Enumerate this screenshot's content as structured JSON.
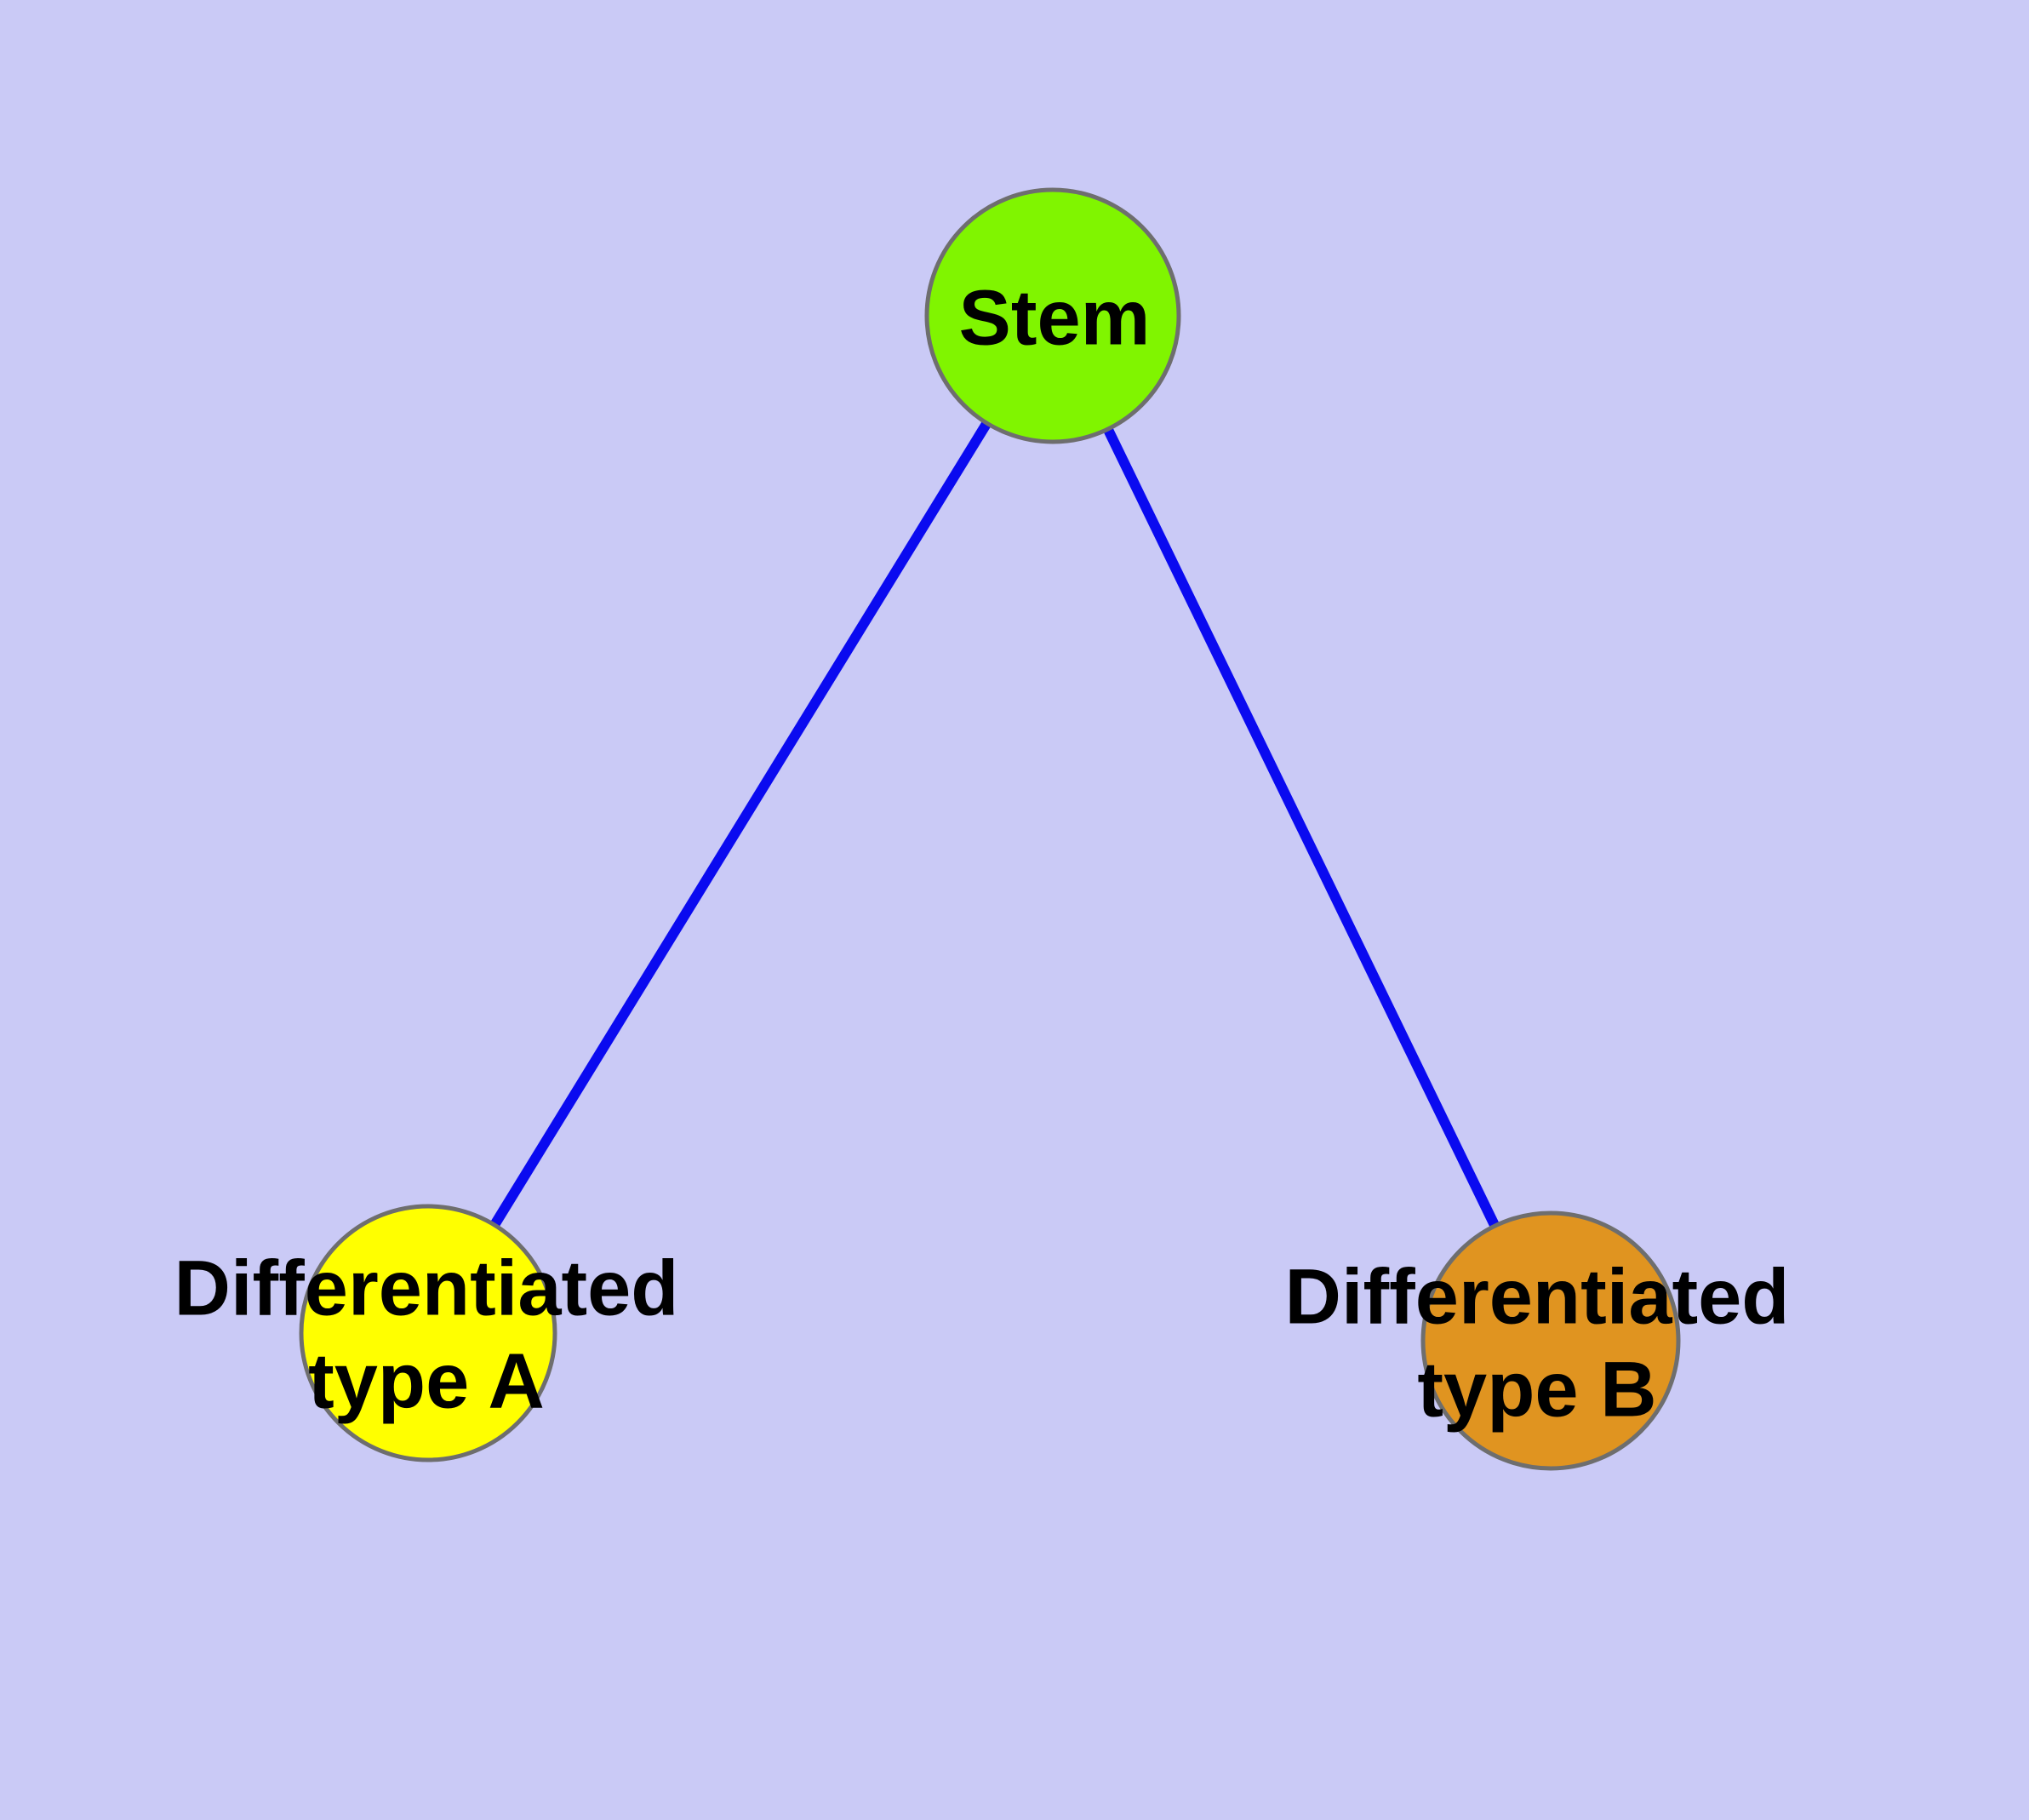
{
  "diagram": {
    "background_color": "#cacaf6",
    "edge_color": "#0a0af0",
    "node_border_color": "#6e6e6e",
    "label_color": "#000000",
    "nodes": [
      {
        "id": "stem",
        "label": "Stem",
        "fill": "#80f500"
      },
      {
        "id": "differentiated-type-a",
        "label": "Differentiated type A",
        "label_line1": "Differentiated",
        "label_line2": "type A",
        "fill": "#ffff00"
      },
      {
        "id": "differentiated-type-b",
        "label": "Differentiated type B",
        "label_line1": "Differentiated",
        "label_line2": "type B",
        "fill": "#e09420"
      }
    ],
    "edges": [
      {
        "from": "Stem",
        "to": "Differentiated type A"
      },
      {
        "from": "Stem",
        "to": "Differentiated type B"
      }
    ]
  }
}
